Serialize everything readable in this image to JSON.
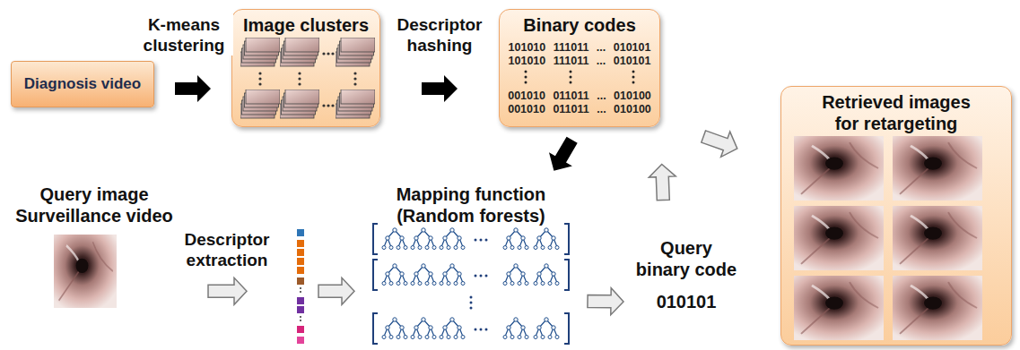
{
  "diagram": {
    "nodes": [
      {
        "text": [
          "Diagnosis video"
        ]
      },
      {
        "text": [
          "Image clusters"
        ]
      },
      {
        "text": [
          "Binary codes",
          "101010 111011 ... 010101",
          "101010 111011 ... 010101",
          "001010 011011 ... 010100",
          "001010 011011 ... 010100"
        ]
      },
      {
        "text": [
          "Retrieved images for retargeting"
        ]
      },
      {
        "text": [
          "Query image Surveillance video"
        ]
      },
      {
        "text": [
          "Mapping function (Random forests)"
        ]
      },
      {
        "text": [
          "Query binary code",
          "010101"
        ]
      }
    ],
    "edges": [
      {
        "from": 0,
        "to": 1,
        "arrow": "to",
        "label": "K-means clustering"
      },
      {
        "from": 1,
        "to": 2,
        "arrow": "to",
        "label": "Descriptor hashing"
      },
      {
        "from": 2,
        "to": 3,
        "arrow": "to"
      },
      {
        "from": 2,
        "to": 5,
        "arrow": "to"
      },
      {
        "from": 4,
        "to": 5,
        "arrow": "to",
        "label": "Descriptor extraction"
      },
      {
        "from": 5,
        "to": 6,
        "arrow": "to"
      },
      {
        "from": 6,
        "to": 2,
        "arrow": "to"
      }
    ]
  }
}
